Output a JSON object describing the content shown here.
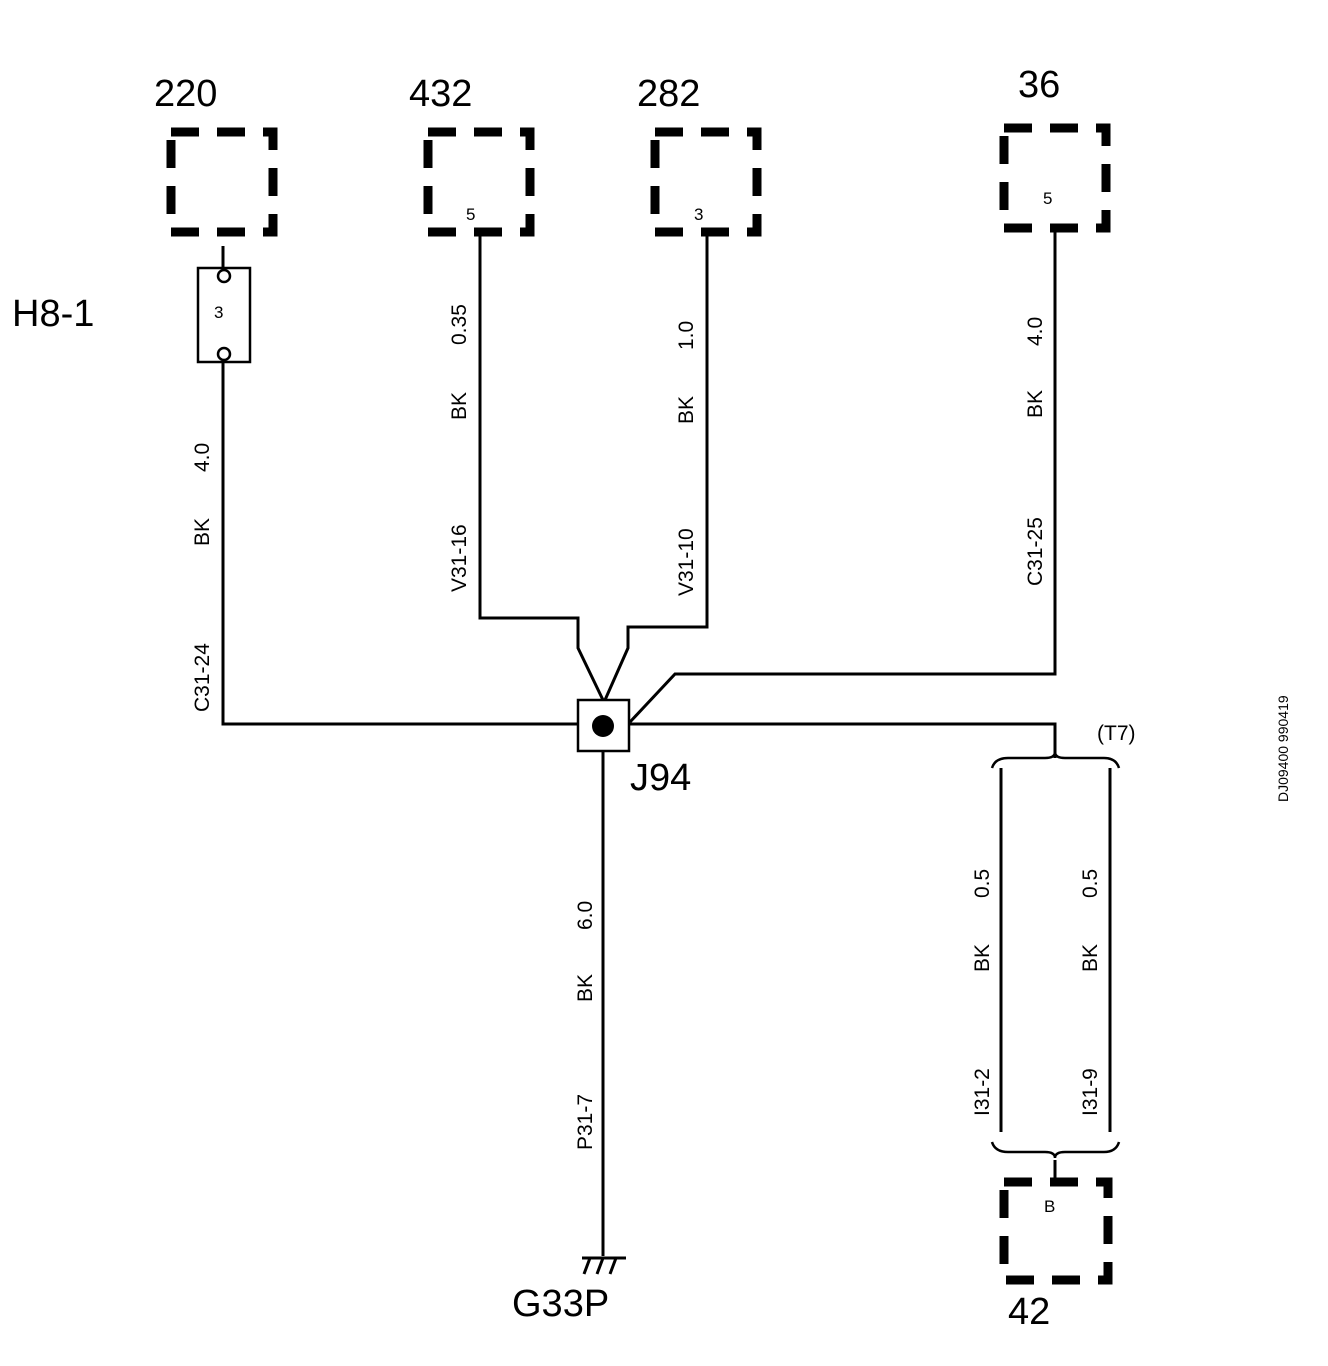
{
  "components": {
    "c220": {
      "label": "220"
    },
    "c432": {
      "label": "432",
      "pin": "5"
    },
    "c282": {
      "label": "282",
      "pin": "3"
    },
    "c36": {
      "label": "36",
      "pin": "5"
    },
    "c42": {
      "label": "42",
      "pin": "B"
    }
  },
  "fuse": {
    "label": "H8-1",
    "value": "3"
  },
  "splice": {
    "label": "J94"
  },
  "ground": {
    "label": "G33P"
  },
  "twisted": {
    "label": "(T7)"
  },
  "doc_id": "DJ09400 990419",
  "wires": {
    "w220": {
      "gauge": "4.0",
      "color": "BK",
      "connector": "C31-24"
    },
    "w432": {
      "gauge": "0.35",
      "color": "BK",
      "connector": "V31-16"
    },
    "w282": {
      "gauge": "1.0",
      "color": "BK",
      "connector": "V31-10"
    },
    "w36": {
      "gauge": "4.0",
      "color": "BK",
      "connector": "C31-25"
    },
    "wground": {
      "gauge": "6.0",
      "color": "BK",
      "connector": "P31-7"
    },
    "wt7a": {
      "gauge": "0.5",
      "color": "BK",
      "connector": "I31-2"
    },
    "wt7b": {
      "gauge": "0.5",
      "color": "BK",
      "connector": "I31-9"
    }
  }
}
